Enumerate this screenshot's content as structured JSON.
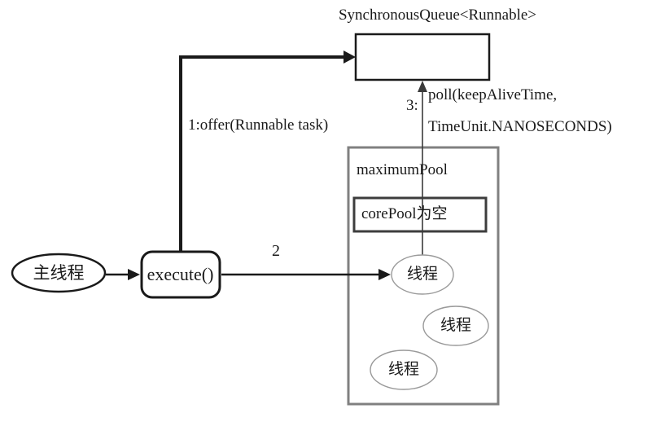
{
  "diagram": {
    "title": "SynchronousQueue<Runnable>",
    "labels": {
      "offer": "1:offer(Runnable task)",
      "step2": "2",
      "step3": "3:",
      "poll_line1": "poll(keepAliveTime,",
      "poll_line2": "TimeUnit.NANOSECONDS)"
    },
    "nodes": {
      "main_thread": "主线程",
      "execute": "execute()",
      "maximum_pool": "maximumPool",
      "core_pool": "corePool为空",
      "thread1": "线程",
      "thread2": "线程",
      "thread3": "线程"
    },
    "colors": {
      "line": "#1a1a1a",
      "panel_border": "#808080",
      "core_pool_border": "#3d3d3d",
      "thread_ellipse_border": "#9a9a9a"
    }
  }
}
